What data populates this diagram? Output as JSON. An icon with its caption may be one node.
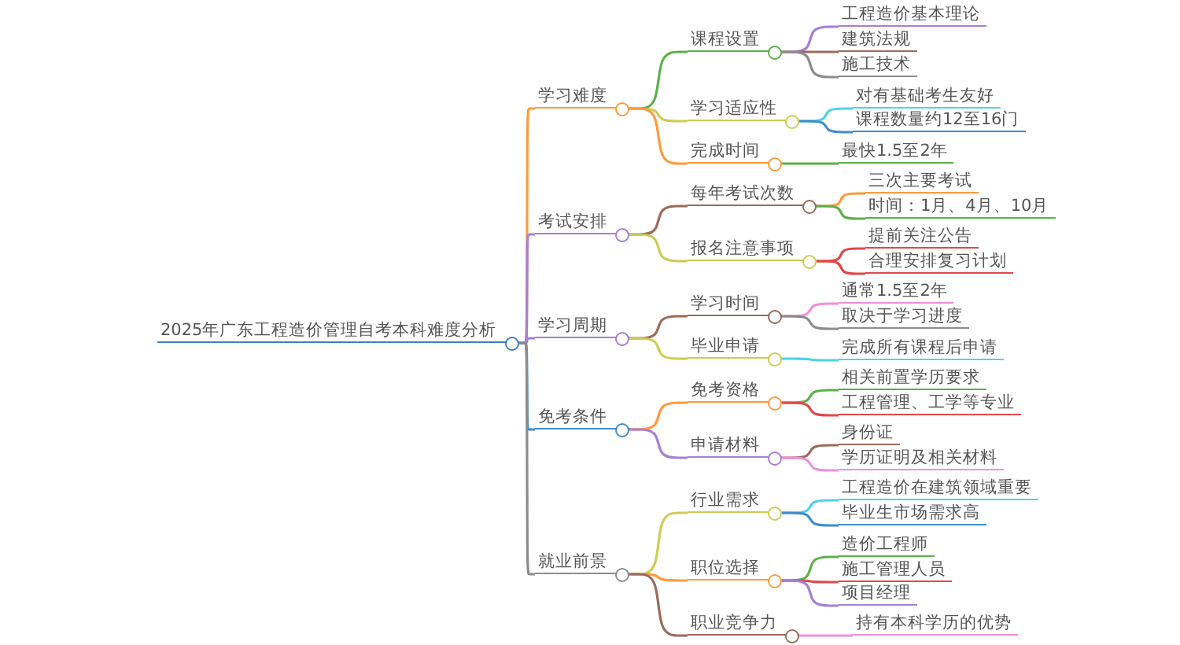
{
  "diagram": {
    "nodes": [
      {
        "text": [
          "2025年广东工程造价管理自考本科难度分析"
        ]
      },
      {
        "text": [
          "学习难度"
        ]
      },
      {
        "text": [
          "课程设置"
        ]
      },
      {
        "text": [
          "工程造价基本理论"
        ]
      },
      {
        "text": [
          "建筑法规"
        ]
      },
      {
        "text": [
          "施工技术"
        ]
      },
      {
        "text": [
          "学习适应性"
        ]
      },
      {
        "text": [
          "对有基础考生友好"
        ]
      },
      {
        "text": [
          "课程数量约12至16门"
        ]
      },
      {
        "text": [
          "完成时间"
        ]
      },
      {
        "text": [
          "最快1.5至2年"
        ]
      },
      {
        "text": [
          "考试安排"
        ]
      },
      {
        "text": [
          "每年考试次数"
        ]
      },
      {
        "text": [
          "三次主要考试"
        ]
      },
      {
        "text": [
          "时间：1月、4月、10月"
        ]
      },
      {
        "text": [
          "报名注意事项"
        ]
      },
      {
        "text": [
          "提前关注公告"
        ]
      },
      {
        "text": [
          "合理安排复习计划"
        ]
      },
      {
        "text": [
          "学习周期"
        ]
      },
      {
        "text": [
          "学习时间"
        ]
      },
      {
        "text": [
          "通常1.5至2年"
        ]
      },
      {
        "text": [
          "取决于学习进度"
        ]
      },
      {
        "text": [
          "毕业申请"
        ]
      },
      {
        "text": [
          "完成所有课程后申请"
        ]
      },
      {
        "text": [
          "免考条件"
        ]
      },
      {
        "text": [
          "免考资格"
        ]
      },
      {
        "text": [
          "相关前置学历要求"
        ]
      },
      {
        "text": [
          "工程管理、工学等专业"
        ]
      },
      {
        "text": [
          "申请材料"
        ]
      },
      {
        "text": [
          "身份证"
        ]
      },
      {
        "text": [
          "学历证明及相关材料"
        ]
      },
      {
        "text": [
          "就业前景"
        ]
      },
      {
        "text": [
          "行业需求"
        ]
      },
      {
        "text": [
          "工程造价在建筑领域重要"
        ]
      },
      {
        "text": [
          "毕业生市场需求高"
        ]
      },
      {
        "text": [
          "职位选择"
        ]
      },
      {
        "text": [
          "造价工程师"
        ]
      },
      {
        "text": [
          "施工管理人员"
        ]
      },
      {
        "text": [
          "项目经理"
        ]
      },
      {
        "text": [
          "职业竞争力"
        ]
      },
      {
        "text": [
          "持有本科学历的优势"
        ]
      }
    ],
    "edges": [
      {
        "from": 0,
        "to": 1,
        "arrow": "none",
        "color": "#ff9a3c"
      },
      {
        "from": 1,
        "to": 2,
        "arrow": "none",
        "color": "#5cb04a"
      },
      {
        "from": 2,
        "to": 3,
        "arrow": "none",
        "color": "#a67fd6"
      },
      {
        "from": 2,
        "to": 4,
        "arrow": "none",
        "color": "#9a6b5a"
      },
      {
        "from": 2,
        "to": 5,
        "arrow": "none",
        "color": "#8c8c8c"
      },
      {
        "from": 1,
        "to": 6,
        "arrow": "none",
        "color": "#cccc55"
      },
      {
        "from": 6,
        "to": 7,
        "arrow": "none",
        "color": "#4fd3e3"
      },
      {
        "from": 6,
        "to": 8,
        "arrow": "none",
        "color": "#3f8ccc"
      },
      {
        "from": 1,
        "to": 9,
        "arrow": "none",
        "color": "#ff9a3c"
      },
      {
        "from": 9,
        "to": 10,
        "arrow": "none",
        "color": "#5cb04a"
      },
      {
        "from": 0,
        "to": 11,
        "arrow": "none",
        "color": "#a67fd6"
      },
      {
        "from": 11,
        "to": 12,
        "arrow": "none",
        "color": "#9a6b5a"
      },
      {
        "from": 12,
        "to": 13,
        "arrow": "none",
        "color": "#ff9a3c"
      },
      {
        "from": 12,
        "to": 14,
        "arrow": "none",
        "color": "#5cb04a"
      },
      {
        "from": 11,
        "to": 15,
        "arrow": "none",
        "color": "#cccc55"
      },
      {
        "from": 15,
        "to": 16,
        "arrow": "none",
        "color": "#e04848"
      },
      {
        "from": 15,
        "to": 17,
        "arrow": "none",
        "color": "#e04848"
      },
      {
        "from": 0,
        "to": 18,
        "arrow": "none",
        "color": "#a67fd6"
      },
      {
        "from": 18,
        "to": 19,
        "arrow": "none",
        "color": "#9a6b5a"
      },
      {
        "from": 19,
        "to": 20,
        "arrow": "none",
        "color": "#ee8fdc"
      },
      {
        "from": 19,
        "to": 21,
        "arrow": "none",
        "color": "#8c8c8c"
      },
      {
        "from": 18,
        "to": 22,
        "arrow": "none",
        "color": "#cccc55"
      },
      {
        "from": 22,
        "to": 23,
        "arrow": "none",
        "color": "#4fd3e3"
      },
      {
        "from": 0,
        "to": 24,
        "arrow": "none",
        "color": "#3f8ccc"
      },
      {
        "from": 24,
        "to": 25,
        "arrow": "none",
        "color": "#ff9a3c"
      },
      {
        "from": 25,
        "to": 26,
        "arrow": "none",
        "color": "#5cb04a"
      },
      {
        "from": 25,
        "to": 27,
        "arrow": "none",
        "color": "#e04848"
      },
      {
        "from": 24,
        "to": 28,
        "arrow": "none",
        "color": "#a67fd6"
      },
      {
        "from": 28,
        "to": 29,
        "arrow": "none",
        "color": "#9a6b5a"
      },
      {
        "from": 28,
        "to": 30,
        "arrow": "none",
        "color": "#ee8fdc"
      },
      {
        "from": 0,
        "to": 31,
        "arrow": "none",
        "color": "#8c8c8c"
      },
      {
        "from": 31,
        "to": 32,
        "arrow": "none",
        "color": "#cccc55"
      },
      {
        "from": 32,
        "to": 33,
        "arrow": "none",
        "color": "#4fd3e3"
      },
      {
        "from": 32,
        "to": 34,
        "arrow": "none",
        "color": "#3f8ccc"
      },
      {
        "from": 31,
        "to": 35,
        "arrow": "none",
        "color": "#ff9a3c"
      },
      {
        "from": 35,
        "to": 36,
        "arrow": "none",
        "color": "#5cb04a"
      },
      {
        "from": 35,
        "to": 37,
        "arrow": "none",
        "color": "#e04848"
      },
      {
        "from": 35,
        "to": 38,
        "arrow": "none",
        "color": "#a67fd6"
      },
      {
        "from": 31,
        "to": 39,
        "arrow": "none",
        "color": "#9a6b5a"
      },
      {
        "from": 39,
        "to": 40,
        "arrow": "none",
        "color": "#ee8fdc"
      }
    ]
  }
}
